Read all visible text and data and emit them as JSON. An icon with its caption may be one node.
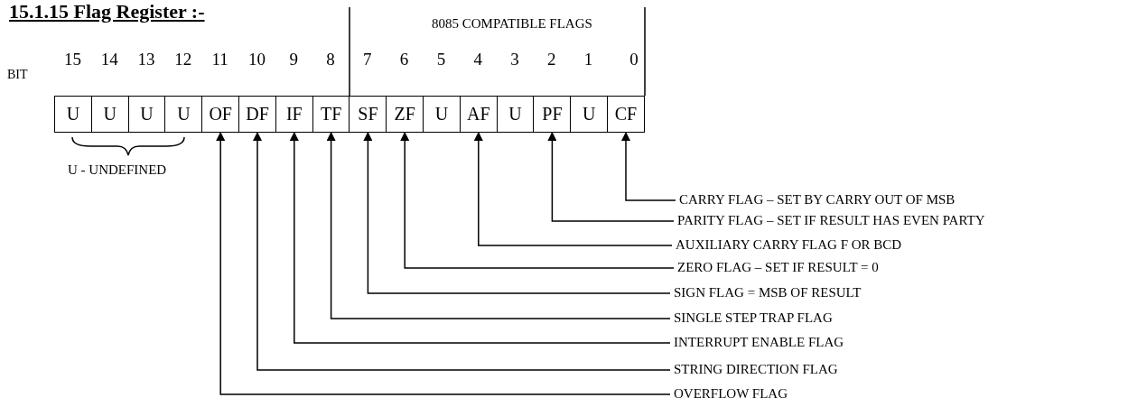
{
  "diagram": {
    "title": "15.1.15 Flag Register :-",
    "nodes": [
      {
        "text": [
          "U"
        ]
      },
      {
        "text": [
          "U"
        ]
      },
      {
        "text": [
          "U"
        ]
      },
      {
        "text": [
          "U"
        ]
      },
      {
        "text": [
          "OF"
        ]
      },
      {
        "text": [
          "DF"
        ]
      },
      {
        "text": [
          "IF"
        ]
      },
      {
        "text": [
          "TF"
        ]
      },
      {
        "text": [
          "SF"
        ]
      },
      {
        "text": [
          "ZF"
        ]
      },
      {
        "text": [
          "U"
        ]
      },
      {
        "text": [
          "AF"
        ]
      },
      {
        "text": [
          "U"
        ]
      },
      {
        "text": [
          "PF"
        ]
      },
      {
        "text": [
          "U"
        ]
      },
      {
        "text": [
          "CF"
        ]
      },
      {
        "text": [
          "CARRY FLAG – SET BY CARRY OUT OF MSB"
        ]
      },
      {
        "text": [
          "PARITY FLAG – SET IF RESULT HAS EVEN PARTY"
        ]
      },
      {
        "text": [
          "AUXILIARY CARRY FLAG F OR BCD"
        ]
      },
      {
        "text": [
          "ZERO FLAG – SET IF RESULT = 0"
        ]
      },
      {
        "text": [
          "SIGN FLAG = MSB OF RESULT"
        ]
      },
      {
        "text": [
          "SINGLE STEP TRAP FLAG"
        ]
      },
      {
        "text": [
          "INTERRUPT ENABLE FLAG"
        ]
      },
      {
        "text": [
          "STRING DIRECTION FLAG"
        ]
      },
      {
        "text": [
          "OVERFLOW FLAG"
        ]
      }
    ],
    "edges": [
      {
        "from": 16,
        "to": 15,
        "arrow": "to"
      },
      {
        "from": 17,
        "to": 13,
        "arrow": "to"
      },
      {
        "from": 18,
        "to": 11,
        "arrow": "to"
      },
      {
        "from": 19,
        "to": 9,
        "arrow": "to"
      },
      {
        "from": 20,
        "to": 8,
        "arrow": "to"
      },
      {
        "from": 21,
        "to": 7,
        "arrow": "to"
      },
      {
        "from": 22,
        "to": 6,
        "arrow": "to"
      },
      {
        "from": 23,
        "to": 5,
        "arrow": "to"
      },
      {
        "from": 24,
        "to": 4,
        "arrow": "to"
      }
    ],
    "labels": [
      "8085 COMPATIBLE FLAGS",
      "BIT",
      "15",
      "14",
      "13",
      "12",
      "11",
      "10",
      "9",
      "8",
      "7",
      "6",
      "5",
      "4",
      "3",
      "2",
      "1",
      "0",
      "U - UNDEFINED"
    ]
  }
}
